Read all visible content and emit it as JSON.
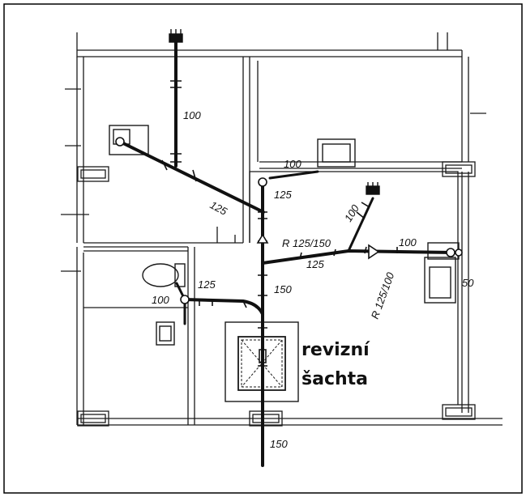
{
  "labels": {
    "d100_main": "100",
    "d125_diag": "125",
    "d100_wc": "100",
    "d125_wc": "125",
    "d100_branch": "100",
    "r125_150": "R 125/150",
    "d125_horiz": "125",
    "d100_right": "100",
    "r125_100": "R 125/100",
    "d50": "50",
    "d125_left": "125",
    "d100_left": "100",
    "d150_mid": "150",
    "d150_bottom": "150"
  },
  "inspection_shaft": {
    "line1": "revizní",
    "line2": "šachta"
  },
  "colors": {
    "ink": "#111111",
    "wall": "#1a1a1a",
    "frame": "#000000"
  }
}
